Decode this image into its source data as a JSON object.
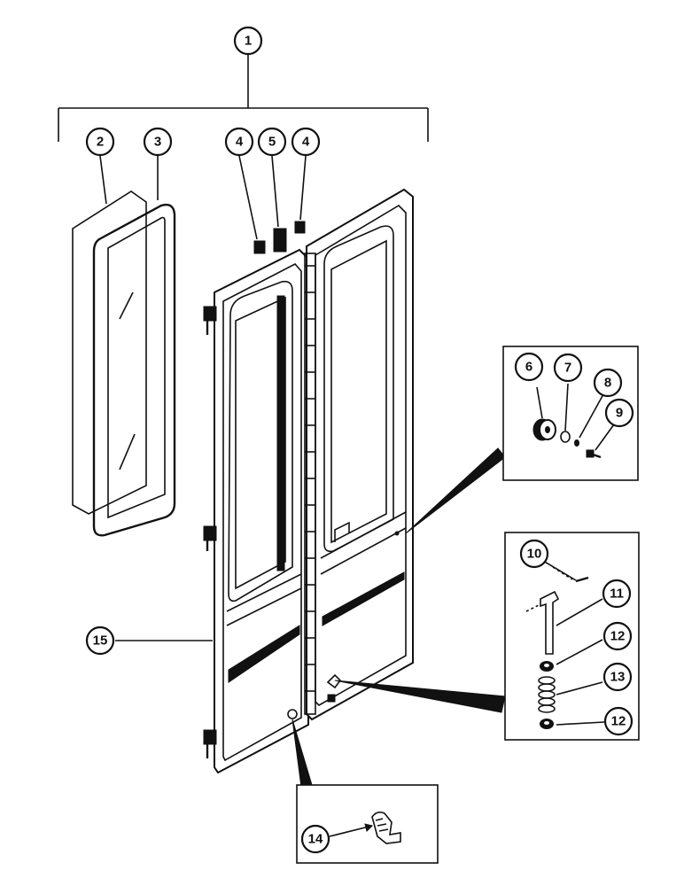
{
  "colors": {
    "ink": "#111111",
    "paper": "#ffffff"
  },
  "callouts": [
    {
      "id": "c1",
      "label": "1"
    },
    {
      "id": "c2",
      "label": "2"
    },
    {
      "id": "c3",
      "label": "3"
    },
    {
      "id": "c4a",
      "label": "4"
    },
    {
      "id": "c5",
      "label": "5"
    },
    {
      "id": "c4b",
      "label": "4"
    },
    {
      "id": "c6",
      "label": "6"
    },
    {
      "id": "c7",
      "label": "7"
    },
    {
      "id": "c8",
      "label": "8"
    },
    {
      "id": "c9",
      "label": "9"
    },
    {
      "id": "c10",
      "label": "10"
    },
    {
      "id": "c11",
      "label": "11"
    },
    {
      "id": "c12a",
      "label": "12"
    },
    {
      "id": "c13",
      "label": "13"
    },
    {
      "id": "c12b",
      "label": "12"
    },
    {
      "id": "c14",
      "label": "14"
    },
    {
      "id": "c15",
      "label": "15"
    }
  ]
}
